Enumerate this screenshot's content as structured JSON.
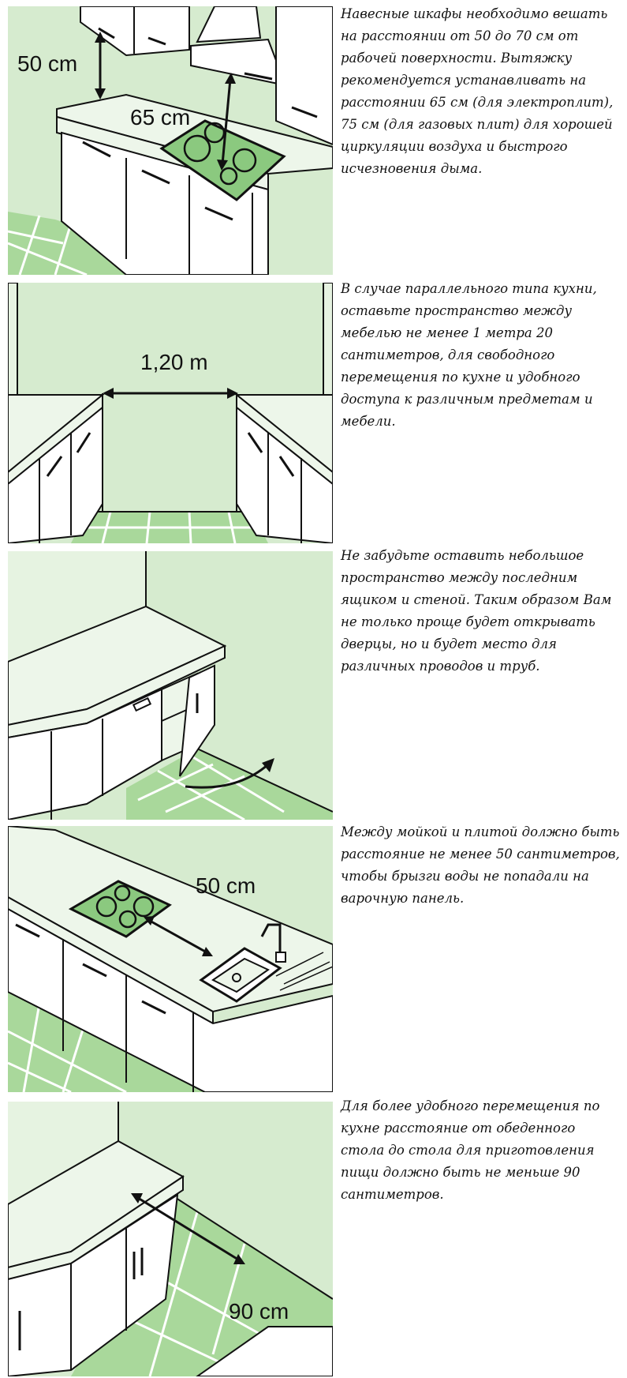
{
  "panels": [
    {
      "dimensions": [
        "50 cm",
        "65 cm"
      ],
      "text": "Навесные шкафы необходимо вешать на расстоянии от 50 до 70 см от рабочей поверхности. Вытяжку рекомендуется устанавливать на расстоянии 65 см (для электроплит), 75 см (для газовых плит) для хорошей циркуляции воздуха и быстрого исчезновения дыма."
    },
    {
      "dimensions": [
        "1,20 m"
      ],
      "text": "В случае параллельного типа кухни, оставьте пространство между мебелью не менее  1 метра 20 сантиметров, для свободного перемещения по кухне и удобного доступа к различным предметам и мебели."
    },
    {
      "dimensions": [],
      "text": "Не забудьте оставить небольшое пространство между последним ящиком и стеной. Таким образом Вам не только проще будет открывать дверцы, но и будет место для различных проводов и труб."
    },
    {
      "dimensions": [
        "50 cm"
      ],
      "text": "Между мойкой и плитой должно быть расстояние не менее 50 сантиметров, чтобы брызги воды не попадали на варочную панель."
    },
    {
      "dimensions": [
        "90 cm"
      ],
      "text": "Для более удобного перемещения по кухне расстояние от обеденного стола до стола для приготовления пищи должно быть не меньше 90 сантиметров."
    }
  ],
  "colors": {
    "wall": "#d6ebcf",
    "wall_light": "#e6f3e1",
    "floor": "#a9d89b",
    "floor_dark": "#8cc97d",
    "counter": "#edf6ea",
    "cabinet": "#ffffff",
    "hob": "#8bc97f",
    "outline": "#111111"
  }
}
